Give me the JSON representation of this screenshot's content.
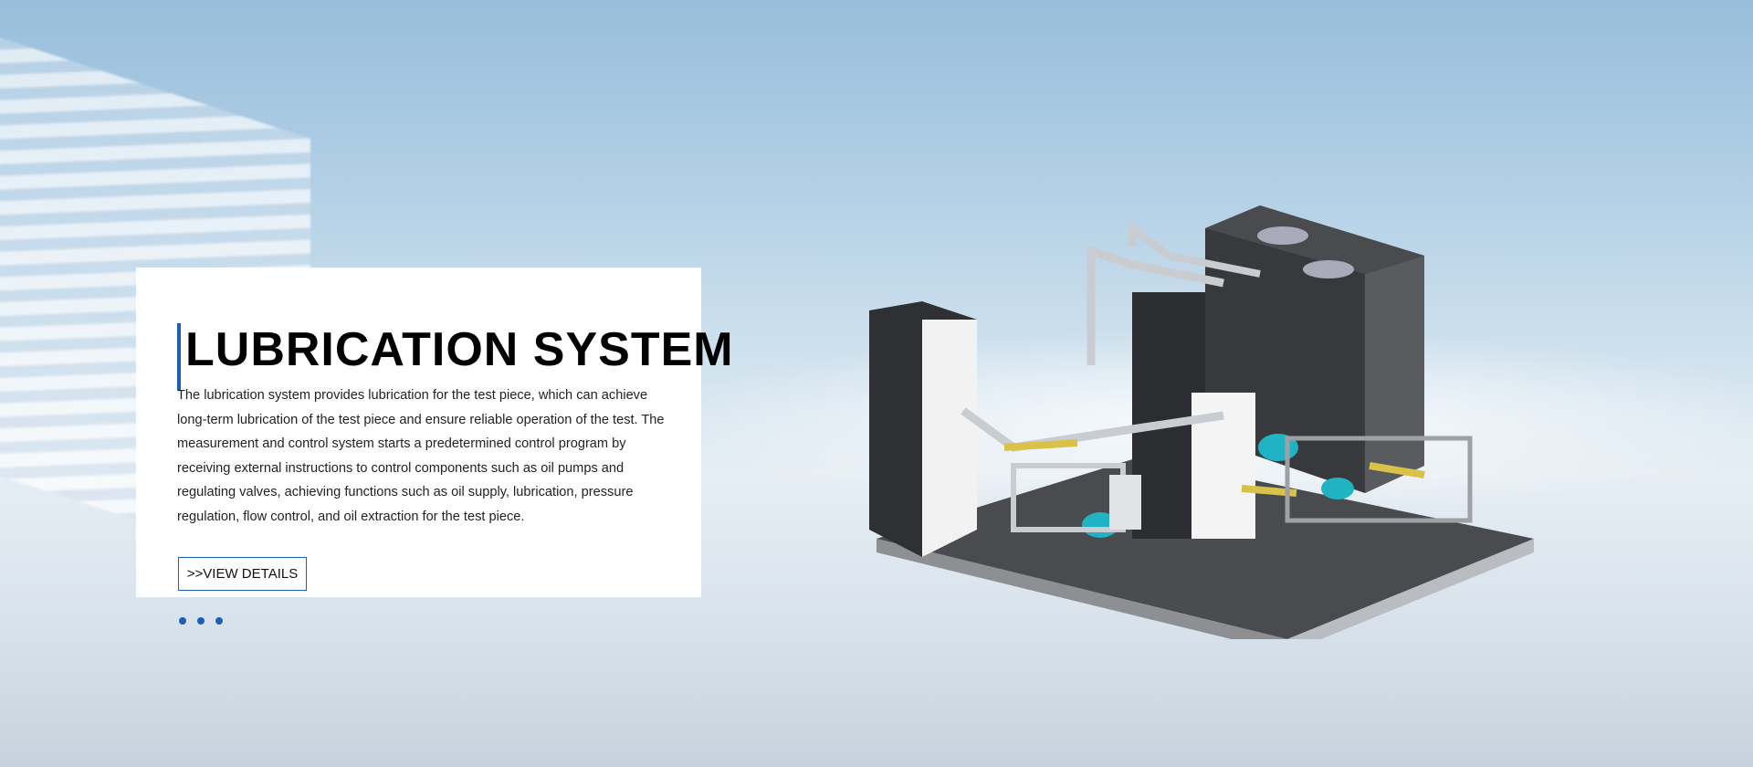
{
  "slide": {
    "title": "LUBRICATION SYSTEM",
    "description": "The lubrication system provides lubrication for the test piece, which can achieve long-term lubrication of the test piece and ensure reliable operation of the test. The measurement and control system starts a predetermined control program by receiving external instructions to control components such as oil pumps and regulating valves, achieving functions such as oil supply, lubrication, pressure regulation, flow control, and oil extraction for the test piece.",
    "button_label": ">>VIEW DETAILS",
    "pagination_count": 3
  },
  "colors": {
    "accent": "#1d5fb4",
    "tank": "#3a3b3e",
    "pump": "#1fb3c4",
    "pipe_brass": "#d8c24a"
  }
}
